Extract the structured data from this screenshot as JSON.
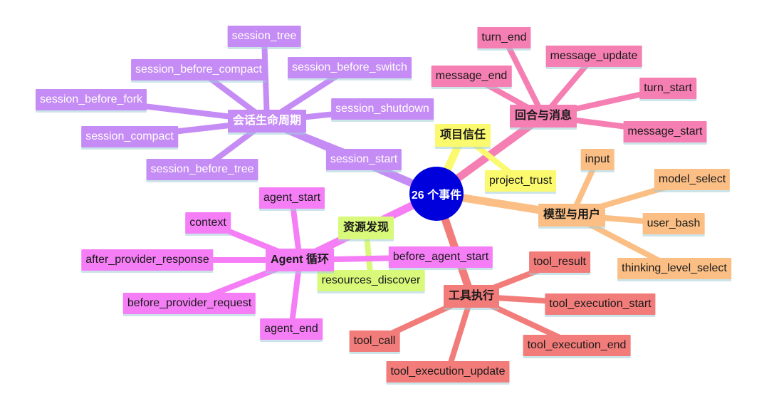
{
  "root": {
    "label": "26 个事件"
  },
  "colors": {
    "root": "#0000dd",
    "purple": "#c58cf5",
    "pink": "#f57fb2",
    "orange": "#fbbf85",
    "red": "#f27c7a",
    "magenta": "#f57ef6",
    "green": "#d8f97a",
    "yellow": "#fbfa6e"
  },
  "branches": [
    {
      "label": "会话生命周期",
      "color": "purple",
      "children": [
        "session_tree",
        "session_before_compact",
        "session_before_switch",
        "session_before_fork",
        "session_shutdown",
        "session_compact",
        "session_before_tree",
        "session_start"
      ]
    },
    {
      "label": "回合与消息",
      "color": "pink",
      "children": [
        "turn_end",
        "message_update",
        "message_end",
        "turn_start",
        "message_start"
      ]
    },
    {
      "label": "项目信任",
      "color": "yellow",
      "children": [
        "project_trust"
      ]
    },
    {
      "label": "模型与用户",
      "color": "orange",
      "children": [
        "input",
        "model_select",
        "user_bash",
        "thinking_level_select"
      ]
    },
    {
      "label": "工具执行",
      "color": "red",
      "children": [
        "tool_result",
        "tool_execution_start",
        "tool_call",
        "tool_execution_end",
        "tool_execution_update"
      ]
    },
    {
      "label": "资源发现",
      "color": "green",
      "children": [
        "resources_discover"
      ]
    },
    {
      "label": "Agent 循环",
      "color": "magenta",
      "children": [
        "agent_start",
        "context",
        "after_provider_response",
        "before_agent_start",
        "before_provider_request",
        "agent_end"
      ]
    }
  ]
}
